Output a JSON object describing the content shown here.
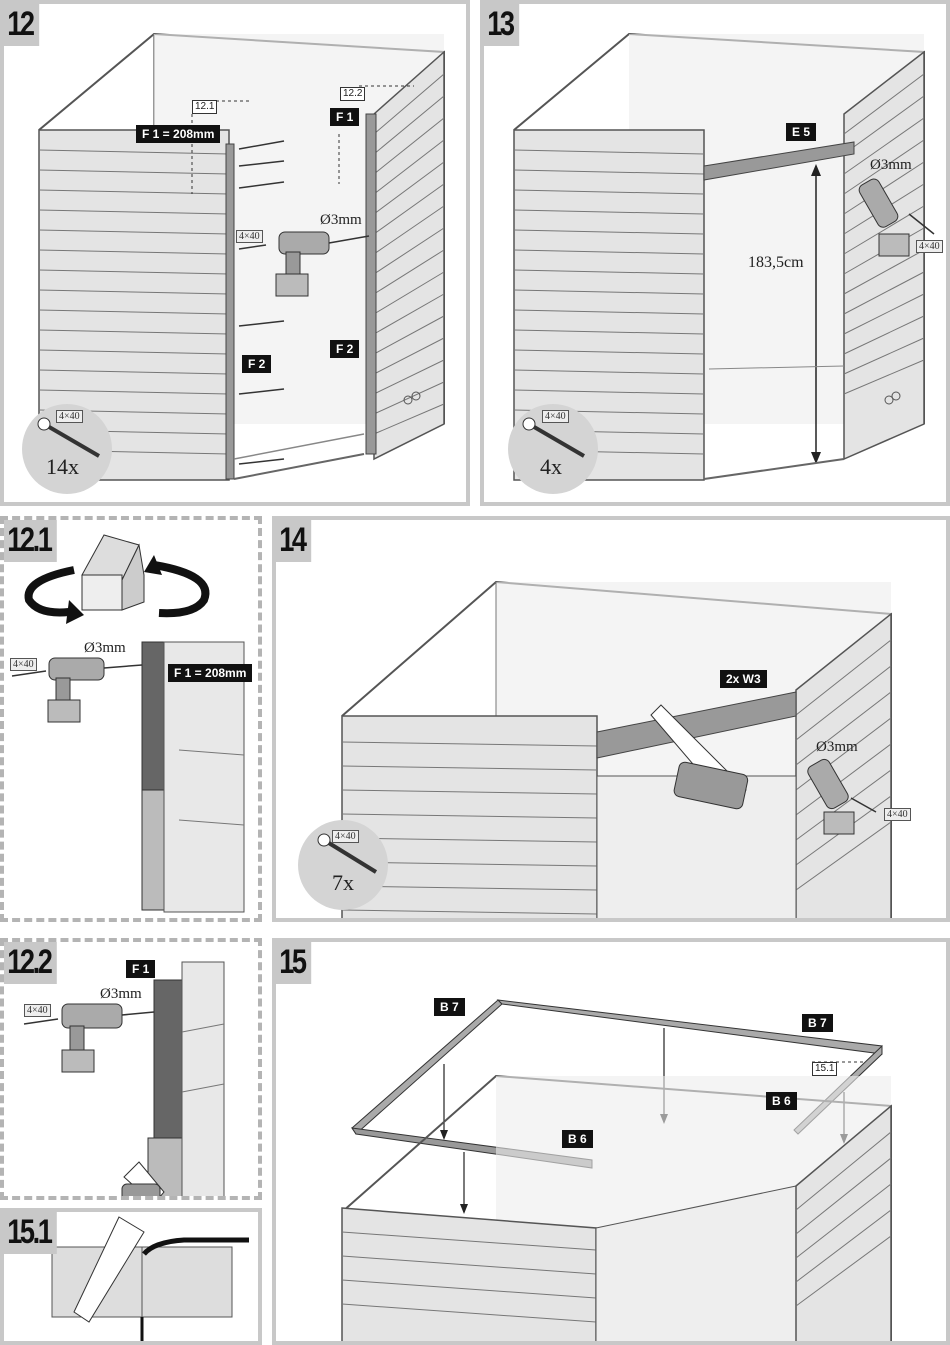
{
  "steps": {
    "s12": {
      "num": "12",
      "f1": "F 1 = 208mm",
      "f1b": "F 1",
      "f2a": "F 2",
      "f2b": "F 2",
      "ref1": "12.1",
      "ref2": "12.2",
      "drill": "Ø3mm",
      "screw": "4×40",
      "screw2": "4×40",
      "qty": "14x"
    },
    "s13": {
      "num": "13",
      "e5": "E 5",
      "height": "183,5cm",
      "drill": "Ø3mm",
      "screw": "4×40",
      "screw2": "4×40",
      "qty": "4x"
    },
    "s121": {
      "num": "12.1",
      "drill": "Ø3mm",
      "screw": "4×40",
      "f1": "F 1 = 208mm"
    },
    "s14": {
      "num": "14",
      "w3": "2x W3",
      "drill": "Ø3mm",
      "screw": "4×40",
      "screw2": "4×40",
      "qty": "7x"
    },
    "s122": {
      "num": "12.2",
      "f1": "F 1",
      "drill": "Ø3mm",
      "screw": "4×40"
    },
    "s15": {
      "num": "15",
      "b7a": "B 7",
      "b7b": "B 7",
      "b6a": "B 6",
      "b6b": "B 6",
      "ref": "15.1"
    },
    "s151": {
      "num": "15.1"
    }
  }
}
